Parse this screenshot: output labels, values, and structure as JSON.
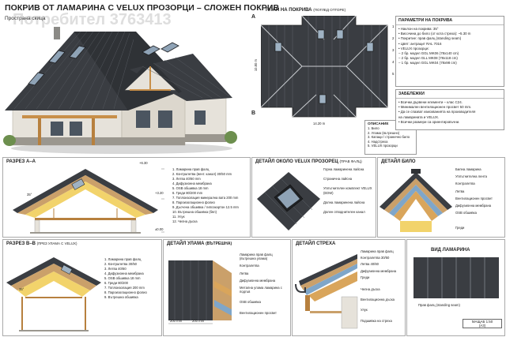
{
  "header": {
    "title": "ПОКРИВ ОТ ЛАМАРИНА С VELUX ПРОЗОРЦИ – СЛОЖЕН ПОКРИВ",
    "subtitle": "Пространа скица",
    "watermark": "Потребител 3763413"
  },
  "plan": {
    "title": "ПЛАН НА ПОКРИВА",
    "title_note": "(поглед отгоре)",
    "width_dim": "14.20 m",
    "height_dim": "10.80 m",
    "section_a": "A",
    "section_b": "B",
    "callouts": [
      "1",
      "2",
      "3",
      "4",
      "5"
    ],
    "legend": {
      "title": "ОПИСАНИЕ",
      "items": [
        "1. Било",
        "2. Улама (вътрешно)",
        "3. Капаци / странично било",
        "4. Надстрехa",
        "5. VELUX прозорци"
      ]
    }
  },
  "params": {
    "title": "ПАРАМЕТРИ НА ПОКРИВА",
    "items": [
      "• Наклон на покрива: 35°",
      "• Височина до било (от кота стреха): ~5.30 m",
      "• Покритие: прав фалц (standing seam)",
      "• Цвят: антрацит RAL 7016",
      "• VELUX прозорци:",
      "   – 2 бр. модел GGL MK06 (78x140 cm)",
      "   – 2 бр. модел GLL MK08 (78x118 cm)",
      "   – 1 бр. модел GGL MK04 (78x98 cm)"
    ]
  },
  "notes": {
    "title": "ЗАБЕЛЕЖКИ",
    "items": [
      "• Всички дървени елементи – клас C24.",
      "• Минимален вентилационен просвет 50 mm.",
      "• Да се спазват изискванията на производителя",
      "  на ламарината и VELUX.",
      "• Всички размери са ориентировъчни."
    ]
  },
  "section_aa": {
    "title": "РАЗРЕЗ А–А",
    "angle": "35°",
    "levels": [
      "+6.30",
      "+3.20",
      "±0.00"
    ],
    "layers": [
      "1. Ламарина прав фалц",
      "2. Контралетва (вент. канал) 30/50 mm",
      "3. Летва 40/60 mm",
      "4. Дифузионна мембрана",
      "5. OSB обшивка 18 mm",
      "6. Греди 80/200 mm",
      "7. Топлоизолация минерална вата 200 mm",
      "8. Пароизолационно фолио",
      "9. Дъсчена обшивка / гипсокартон 12.5 mm",
      "10. Вътрешна обшивка (бял)",
      "11. Улук",
      "12. Челна дъска"
    ]
  },
  "velux_detail": {
    "title": "ДЕТАЙЛ ОКОЛО VELUX ПРОЗОРЕЦ",
    "title_note": "(прав фалц)",
    "labels": [
      "Горна ламаринена лайсна",
      "Странична лайсна",
      "Уплътнителен комплект VELUX (EDW)",
      "Долна ламаринена лайсна",
      "Долен отводнителен канал"
    ]
  },
  "ridge_detail": {
    "title": "ДЕТАЙЛ БИЛО",
    "labels": [
      "Билна ламарина",
      "Уплътнителна лента",
      "Контралетва",
      "Летва",
      "Вентилационен просвет",
      "Дифузионна мембрана",
      "OSB обшивка",
      "Греди"
    ]
  },
  "section_bb": {
    "title": "РАЗРЕЗ B–B",
    "title_note": "(през улама с VELUX)",
    "angle": "35°",
    "layers": [
      "1. Ламарина прав фалц",
      "2. Контралетва 30/50",
      "3. Летва 40/60",
      "4. Дифузионна мембрана",
      "5. OSB обшивка 18 mm",
      "6. Греди 80/200",
      "7. Топлоизолация 200 mm",
      "8. Пароизолационно фолио",
      "9. Вътрешна обшивка"
    ]
  },
  "valley_detail": {
    "title": "ДЕТАЙЛ УЛАМА",
    "title_note": "(ВЪТРЕШНА)",
    "labels": [
      "Ламарина прав фалц (вътрешна улама)",
      "Контралетва",
      "Летва",
      "Дифузионна мембрана",
      "Метална улама ламарина с подгъв",
      "OSB обшивка",
      "Вентилационен просвет"
    ],
    "dims": [
      "200 mm",
      "200 mm"
    ]
  },
  "eave_detail": {
    "title": "ДЕТАЙЛ СТРЕХА",
    "labels": [
      "Ламарина прав фалц",
      "Контралетва 30/50",
      "Летва 40/60",
      "Дифузионна мембрана",
      "Греди",
      "Челна дъска",
      "Вентилационна дъска",
      "Улук",
      "Подшивка на стреха"
    ]
  },
  "sheet_view": {
    "title": "ВИД ЛАМАРИНА",
    "caption": "Прав фалц (standing seam)",
    "scale": "МАЩАБ 1:50",
    "sheet": "(A3)"
  },
  "colors": {
    "roof": "#3a3d42",
    "roof_light": "#555a60",
    "wood": "#d9a55b",
    "wall": "#e6e2da",
    "stone": "#9b978f",
    "insulation": "#f2d36b",
    "osb": "#caa06a",
    "membrane": "#7fa6c9"
  }
}
